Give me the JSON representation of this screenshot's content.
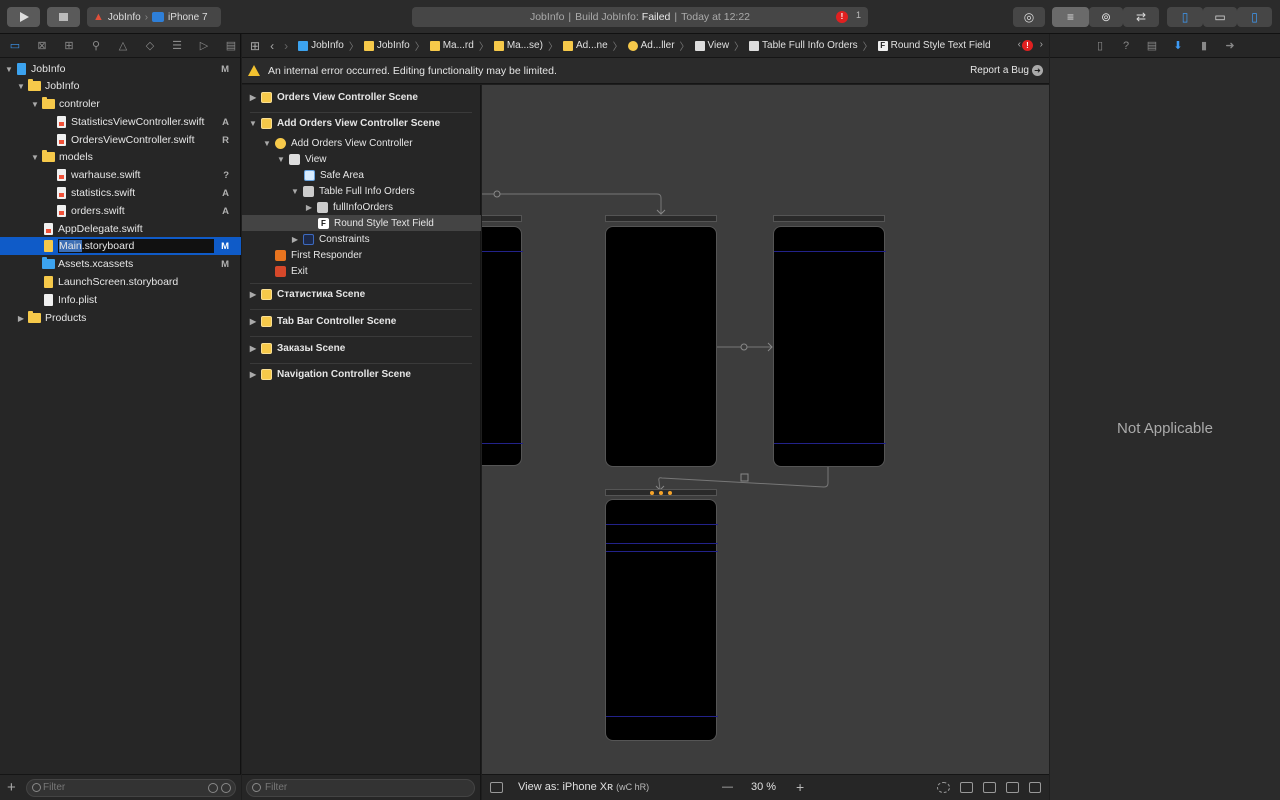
{
  "toolbar": {
    "scheme_name": "JobInfo",
    "device_name": "iPhone 7",
    "activity_project": "JobInfo",
    "activity_build_prefix": "Build JobInfo:",
    "activity_build_status": "Failed",
    "activity_time": "Today at 12:22",
    "error_count": "1"
  },
  "navigator": {
    "items": [
      {
        "label": "JobInfo",
        "status": "M"
      },
      {
        "label": "JobInfo",
        "status": ""
      },
      {
        "label": "controler",
        "status": ""
      },
      {
        "label": "StatisticsViewController.swift",
        "status": "A"
      },
      {
        "label": "OrdersViewController.swift",
        "status": "R"
      },
      {
        "label": "models",
        "status": ""
      },
      {
        "label": "warhause.swift",
        "status": "?"
      },
      {
        "label": "statistics.swift",
        "status": "A"
      },
      {
        "label": "orders.swift",
        "status": "A"
      },
      {
        "label": "AppDelegate.swift",
        "status": ""
      },
      {
        "label_sel": "Main",
        "label_rest": ".storyboard",
        "status": "M"
      },
      {
        "label": "Assets.xcassets",
        "status": "M"
      },
      {
        "label": "LaunchScreen.storyboard",
        "status": ""
      },
      {
        "label": "Info.plist",
        "status": ""
      },
      {
        "label": "Products",
        "status": ""
      }
    ],
    "filter_placeholder": "Filter"
  },
  "jumpbar": {
    "crumbs": [
      "JobInfo",
      "JobInfo",
      "Ma...rd",
      "Ma...se)",
      "Ad...ne",
      "Ad...ller",
      "View",
      "Table Full Info Orders",
      "Round Style Text Field"
    ]
  },
  "warning": {
    "message": "An internal error occurred. Editing functionality may be limited.",
    "report_label": "Report a Bug"
  },
  "outline": {
    "rows": [
      "Orders View Controller Scene",
      "Add Orders View Controller Scene",
      "Add Orders View Controller",
      "View",
      "Safe Area",
      "Table Full Info Orders",
      "fullInfoOrders",
      "Round Style Text Field",
      "Constraints",
      "First Responder",
      "Exit",
      "Статистика Scene",
      "Tab Bar Controller Scene",
      "Заказы Scene",
      "Navigation Controller Scene"
    ],
    "filter_placeholder": "Filter"
  },
  "canvas_footer": {
    "view_as_label": "View as:",
    "view_as_device": "iPhone Xʀ",
    "view_as_traits": "(wC hR)",
    "zoom": "30 %",
    "zoom_minus": "—",
    "zoom_plus": "+"
  },
  "inspector": {
    "empty_label": "Not Applicable"
  }
}
